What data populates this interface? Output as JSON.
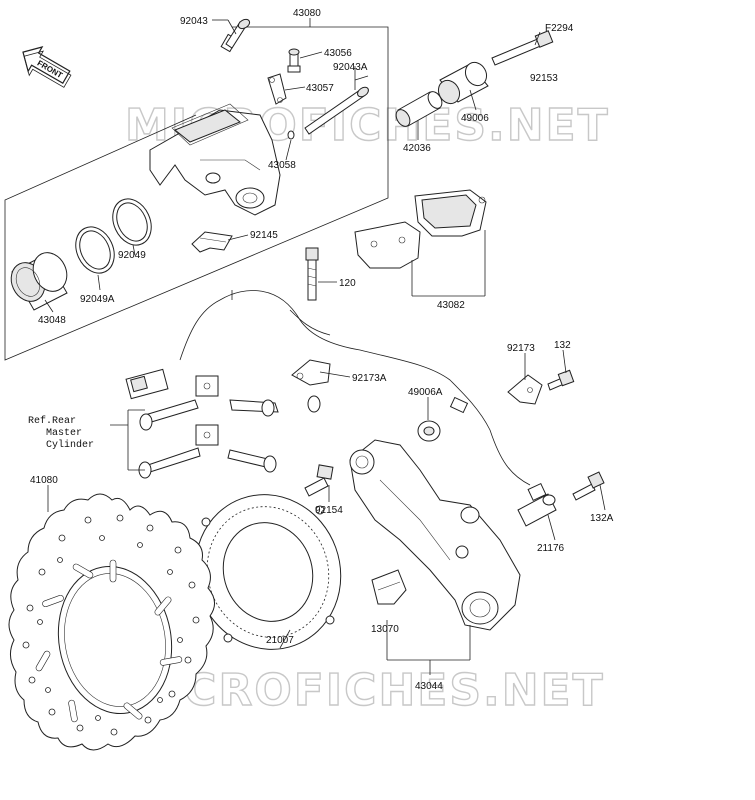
{
  "watermark": {
    "text": "MICROFICHES.NET"
  },
  "front_badge": {
    "text": "FRONT"
  },
  "reference_note": {
    "line1": "Ref.Rear",
    "line2": "Master",
    "line3": "Cylinder"
  },
  "labels": {
    "p92043": "92043",
    "p43080": "43080",
    "p43056": "43056",
    "p92043A": "92043A",
    "p43057": "43057",
    "p43058": "43058",
    "p42036": "42036",
    "pF2294": "F2294",
    "p92153": "92153",
    "p49006": "49006",
    "p92145": "92145",
    "p92049": "92049",
    "p92049A": "92049A",
    "p43048": "43048",
    "p120": "120",
    "p43082": "43082",
    "p92173": "92173",
    "p132": "132",
    "p92173A": "92173A",
    "p49006A": "49006A",
    "p41080": "41080",
    "p92154": "92154",
    "p132A": "132A",
    "p21176": "21176",
    "p13070": "13070",
    "p21007": "21007",
    "p43044": "43044"
  }
}
